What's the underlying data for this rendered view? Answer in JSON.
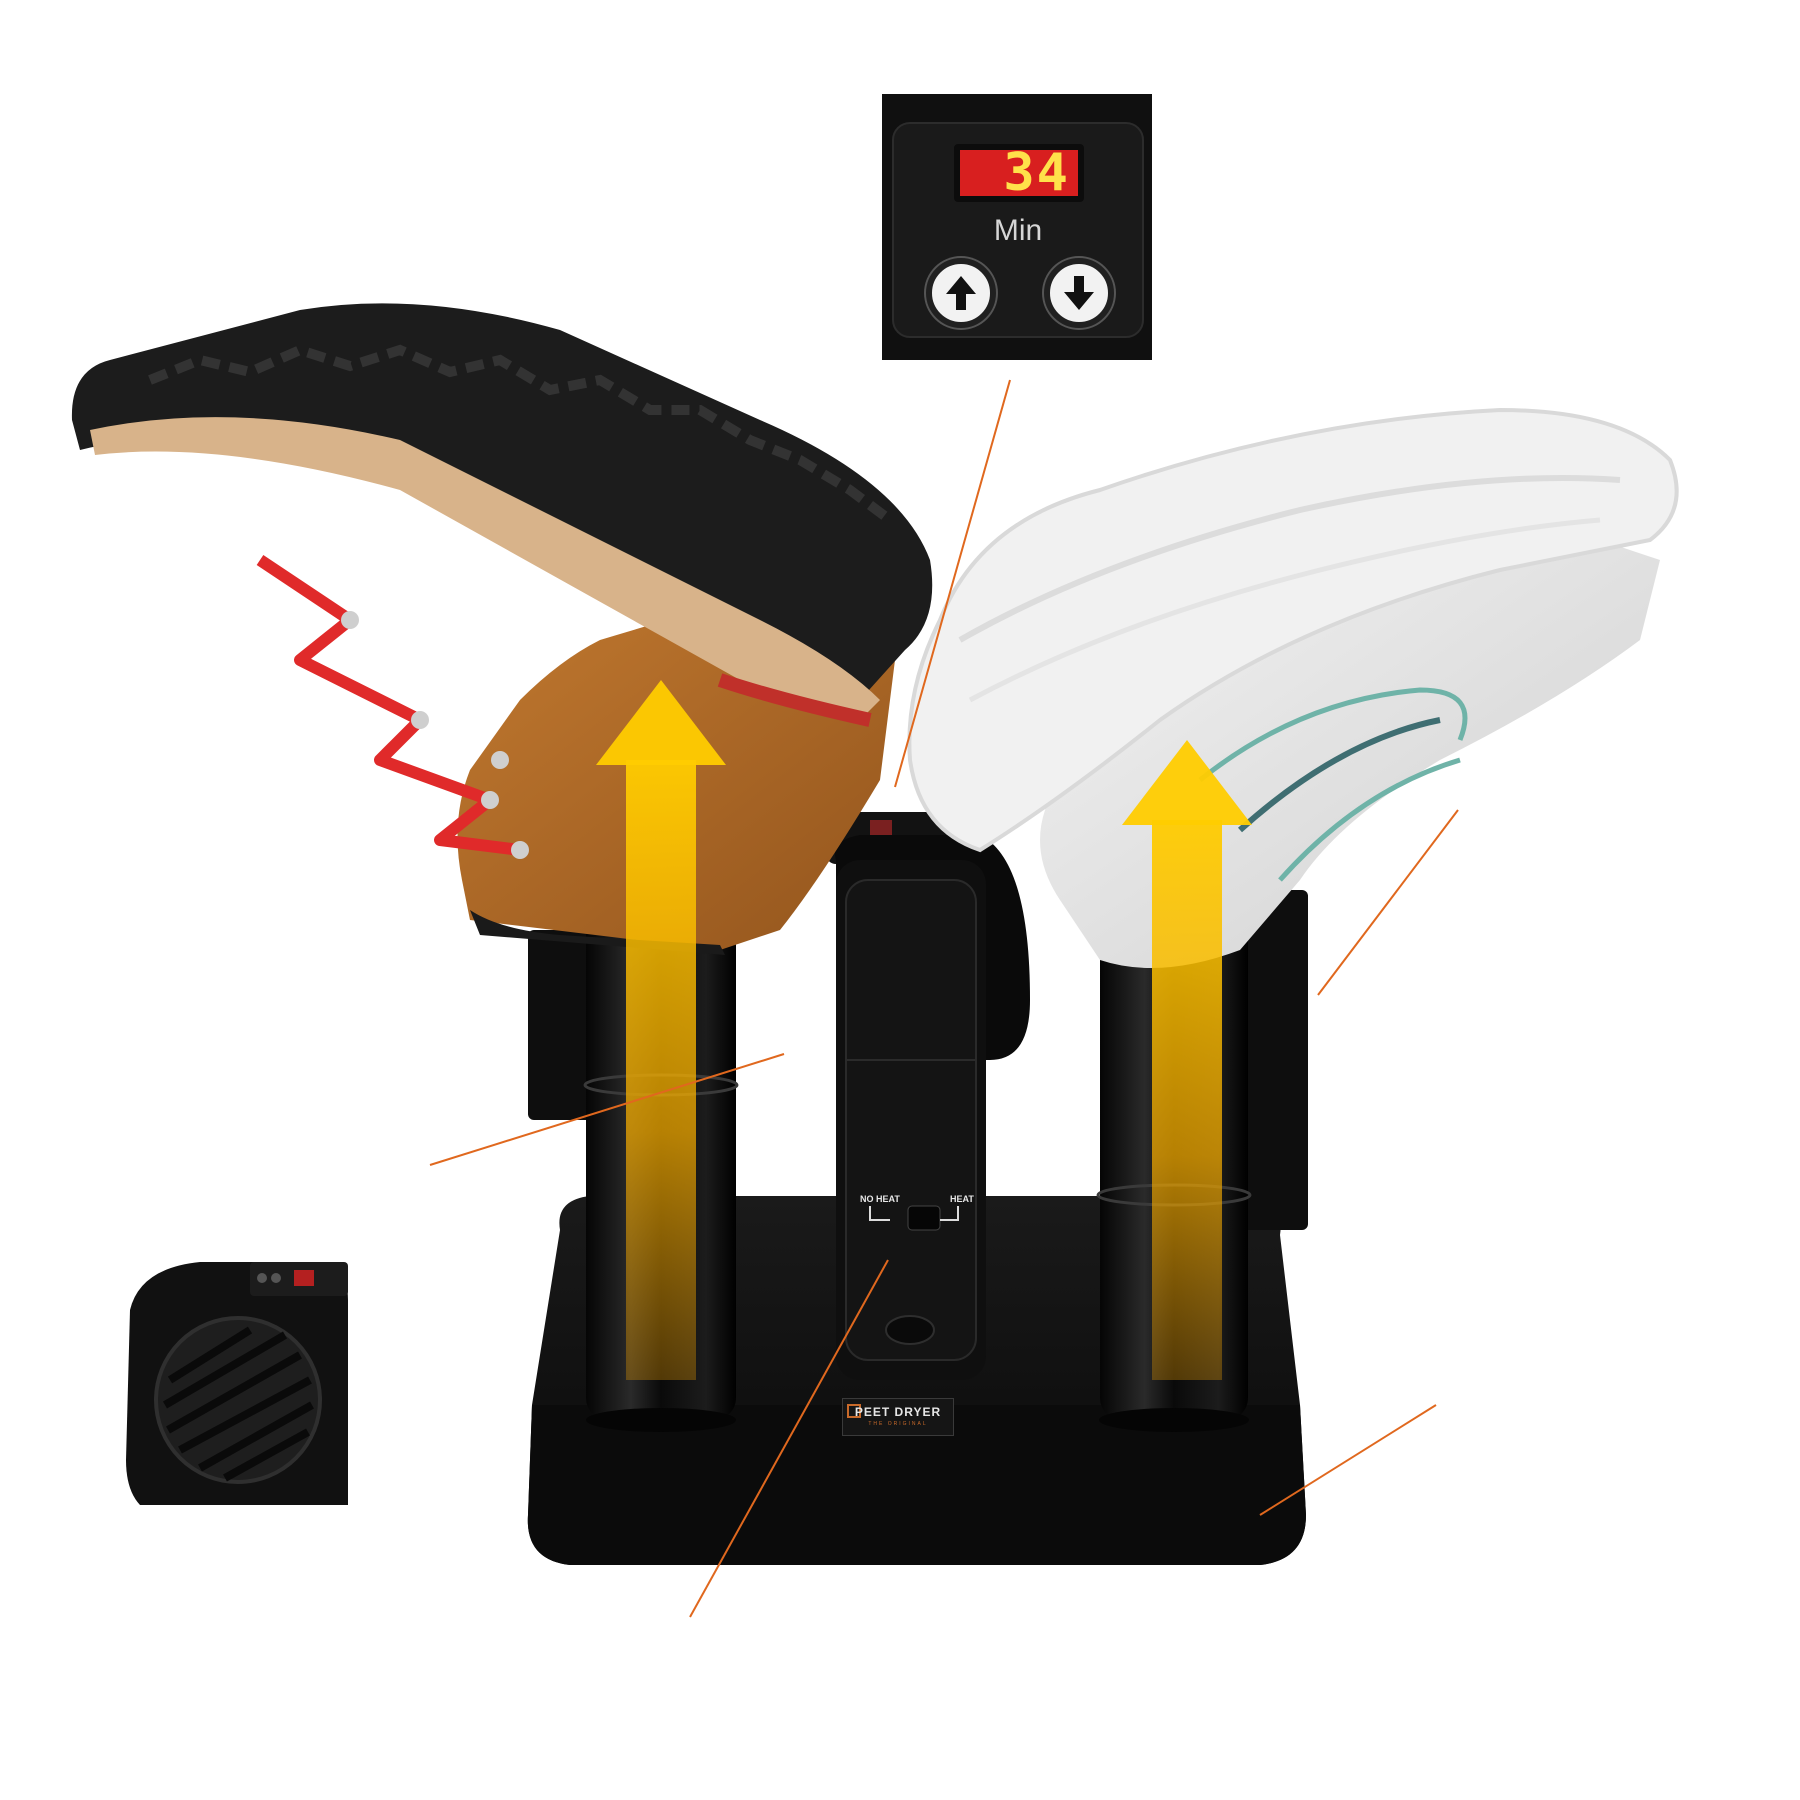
{
  "timer": {
    "display_value": "34",
    "unit_label": "Min",
    "up_button": "arrow-up-icon",
    "down_button": "arrow-down-icon"
  },
  "heat_switch": {
    "left_label": "NO HEAT",
    "right_label": "HEAT"
  },
  "brand": {
    "name": "PEET DRYER",
    "tagline": "THE ORIGINAL"
  },
  "colors": {
    "callout_line": "#e0681e",
    "airflow_arrow": "#f7b818",
    "led_background": "#d81f1f",
    "led_digits": "#ffe14a",
    "dryer_body": "#0d0d0d"
  }
}
